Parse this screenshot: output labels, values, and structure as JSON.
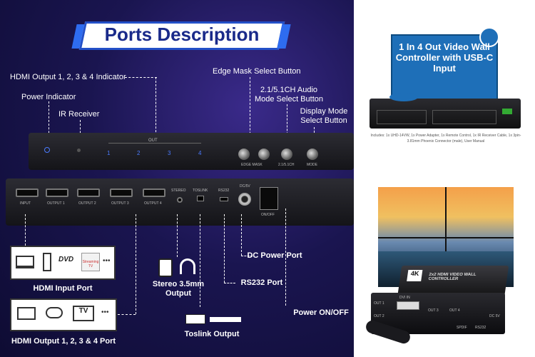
{
  "banner": {
    "title": "Ports Description"
  },
  "labels": {
    "hdmi_output_indicator": "HDMI Output 1, 2, 3 & 4 Indicator",
    "power_indicator": "Power Indicator",
    "ir_receiver": "IR Receiver",
    "edge_mask_button": "Edge Mask Select Button",
    "audio_mode_button": "2.1/5.1CH Audio Mode Select Button",
    "display_mode_button": "Display Mode Select Button",
    "dc_power_port": "DC Power Port",
    "rs232_port": "RS232 Port",
    "power_onoff": "Power ON/OFF",
    "stereo_output": "Stereo 3.5mm Output",
    "toslink_output": "Toslink Output",
    "hdmi_input_port": "HDMI Input Port",
    "hdmi_output_ports": "HDMI Output 1, 2, 3 & 4 Port"
  },
  "front_panel": {
    "out_label": "OUT",
    "out_numbers": [
      "1",
      "2",
      "3",
      "4"
    ],
    "edge_mask": "EDGE MASK",
    "ch_label": "2.1/5.1CH",
    "mode_label": "MODE"
  },
  "rear_panel": {
    "ports": [
      "INPUT",
      "OUTPUT 1",
      "OUTPUT 2",
      "OUTPUT 3",
      "OUTPUT 4"
    ],
    "stereo": "STEREO",
    "toslink": "TOSLINK",
    "rs232": "RS232",
    "dc": "DC/5V",
    "onoff": "ON/OFF"
  },
  "icons": {
    "dvd": "DVD",
    "streaming": "Streaming TV",
    "tv": "TV",
    "more": "•••"
  },
  "promo": {
    "title": "1 In 4 Out Video Wall Controller with USB-C Input",
    "includes": "Includes: 1x UHD-14VW, 1x Power Adapter, 1x Remote Control, 1x IR Receiver Cable, 1x 3pin-3.81mm Phoenix Connector (male), User Manual"
  },
  "product_render": {
    "brand_badge": "4K",
    "device_title": "2x2 HDMI VIDEO WALL CONTROLLER",
    "outputs": [
      "OUT 1",
      "OUT 2",
      "OUT 3",
      "OUT 4"
    ],
    "dvi_in": "DVI IN",
    "spdif": "SPDIF",
    "rs232": "RS232",
    "dc": "DC 5V"
  },
  "colors": {
    "accent": "#2e6cf0",
    "promo_blue": "#1e6fb8",
    "bg_dark": "#1a1550"
  }
}
